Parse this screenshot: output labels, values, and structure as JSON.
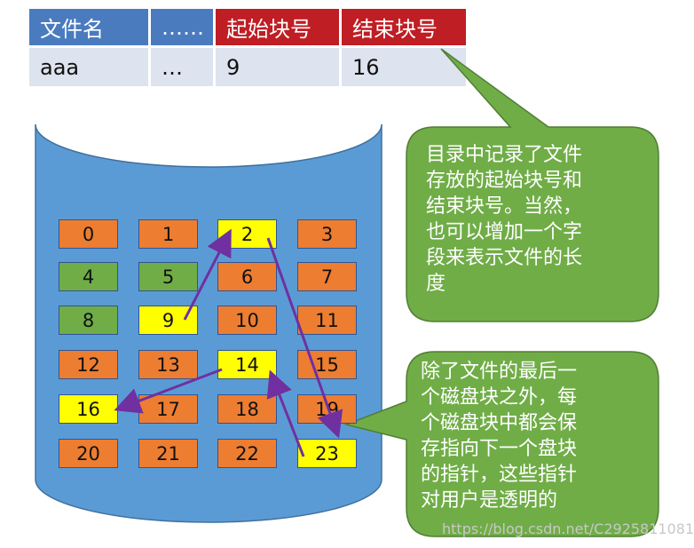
{
  "table": {
    "headers": [
      "文件名",
      "……",
      "起始块号",
      "结束块号"
    ],
    "row": [
      "aaa",
      "…",
      "9",
      "16"
    ]
  },
  "blocks": [
    {
      "n": "0",
      "color": "orange"
    },
    {
      "n": "1",
      "color": "orange"
    },
    {
      "n": "2",
      "color": "yellow"
    },
    {
      "n": "3",
      "color": "orange"
    },
    {
      "n": "4",
      "color": "green"
    },
    {
      "n": "5",
      "color": "green"
    },
    {
      "n": "6",
      "color": "orange"
    },
    {
      "n": "7",
      "color": "orange"
    },
    {
      "n": "8",
      "color": "green"
    },
    {
      "n": "9",
      "color": "yellow"
    },
    {
      "n": "10",
      "color": "orange"
    },
    {
      "n": "11",
      "color": "orange"
    },
    {
      "n": "12",
      "color": "orange"
    },
    {
      "n": "13",
      "color": "orange"
    },
    {
      "n": "14",
      "color": "yellow"
    },
    {
      "n": "15",
      "color": "orange"
    },
    {
      "n": "16",
      "color": "yellow"
    },
    {
      "n": "17",
      "color": "orange"
    },
    {
      "n": "18",
      "color": "orange"
    },
    {
      "n": "19",
      "color": "orange"
    },
    {
      "n": "20",
      "color": "orange"
    },
    {
      "n": "21",
      "color": "orange"
    },
    {
      "n": "22",
      "color": "orange"
    },
    {
      "n": "23",
      "color": "yellow"
    }
  ],
  "link_chain": [
    "9",
    "2",
    "23",
    "14",
    "16"
  ],
  "callouts": {
    "top": [
      "目录中记录了文件",
      "存放的起始块号和",
      "结束块号。当然，",
      "也可以增加一个字",
      "段来表示文件的长",
      "度"
    ],
    "bottom": [
      "除了文件的最后一",
      "个磁盘块之外，每",
      "个磁盘块中都会保",
      "存指向下一个盘块",
      "的指针，这些指针",
      "对用户是透明的"
    ]
  },
  "watermark": "https://blog.csdn.net/C2925811081",
  "colors": {
    "header_blue": "#4a7bbf",
    "header_red": "#bf1e24",
    "row_bg": "#dde3ef",
    "drum": "#5b9bd5",
    "callout": "#70ad47",
    "arrow": "#7030a0"
  }
}
